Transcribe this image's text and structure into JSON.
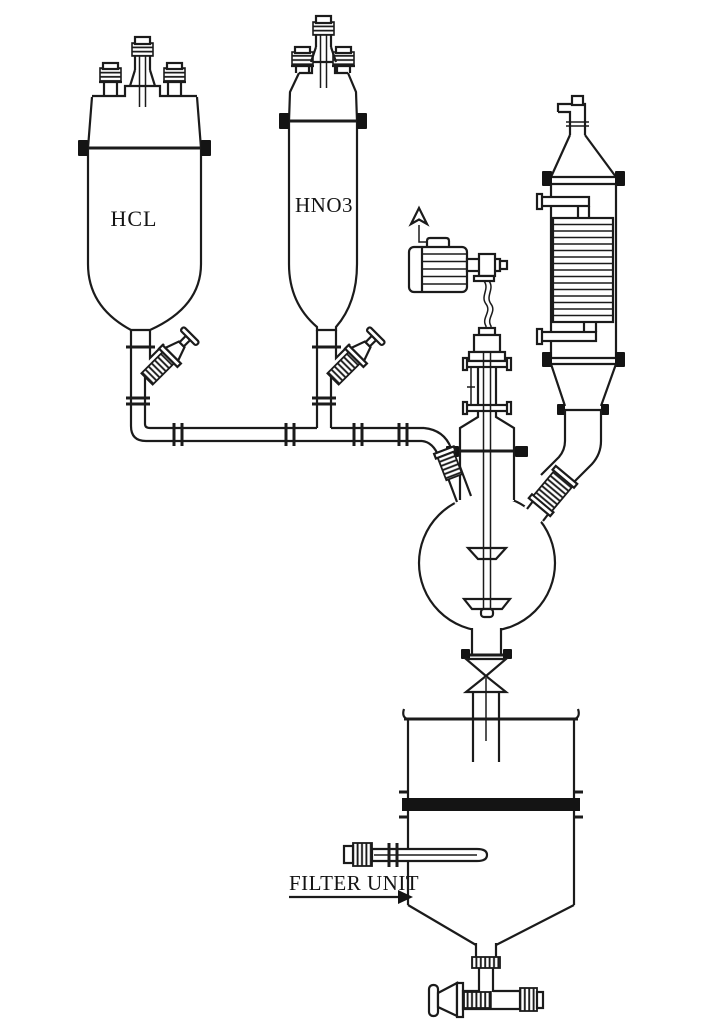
{
  "diagram": {
    "background": "#ffffff",
    "ink": "#1b1b1b",
    "labels": {
      "hcl": "HCL",
      "hno3": "HNO3",
      "filter_unit": "FILTER UNIT"
    },
    "components": [
      "hcl-feed-vessel",
      "hno3-feed-vessel",
      "feed-plug-valves",
      "feed-manifold-piping",
      "agitator-motor",
      "motor-vent-arrow",
      "flexible-coupling-shaft",
      "stirrer-seal-assembly",
      "coil-condenser",
      "condenser-vent-tube",
      "condenser-water-ports",
      "stirred-reactor-flask",
      "stirrer-impellers",
      "threaded-joints",
      "reactor-drain-valve",
      "filter-unit",
      "filter-plate",
      "filter-side-dip-tube",
      "filter-drain-valve"
    ]
  }
}
